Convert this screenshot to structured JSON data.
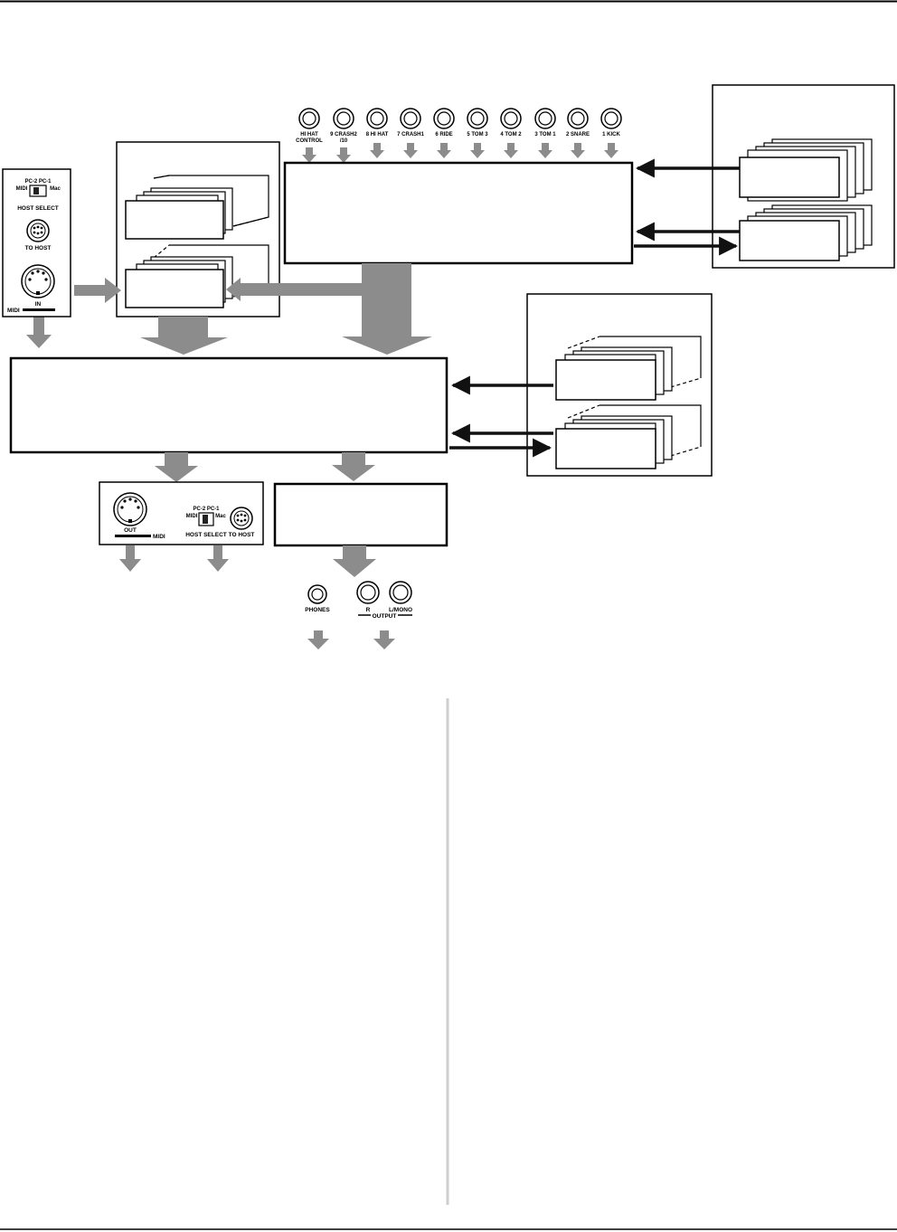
{
  "pad_inputs": [
    {
      "id": "hihat-control",
      "lines": [
        "HI HAT",
        "CONTROL"
      ]
    },
    {
      "id": "crash2",
      "lines": [
        "9 CRASH2",
        "/10"
      ]
    },
    {
      "id": "hihat",
      "lines": [
        "8 HI HAT"
      ]
    },
    {
      "id": "crash1",
      "lines": [
        "7 CRASH1"
      ]
    },
    {
      "id": "ride",
      "lines": [
        "6 RIDE"
      ]
    },
    {
      "id": "tom3",
      "lines": [
        "5 TOM 3"
      ]
    },
    {
      "id": "tom2",
      "lines": [
        "4 TOM 2"
      ]
    },
    {
      "id": "tom1",
      "lines": [
        "3 TOM 1"
      ]
    },
    {
      "id": "snare",
      "lines": [
        "2 SNARE"
      ]
    },
    {
      "id": "kick",
      "lines": [
        "1 KICK"
      ]
    }
  ],
  "input_panel": {
    "switch_top": "PC-2  PC-1",
    "switch_mid_left": "MIDI",
    "switch_mid_right": "Mac",
    "host_select": "HOST SELECT",
    "to_host": "TO HOST",
    "in_label": "IN",
    "midi_label": "MIDI"
  },
  "output_panel": {
    "out_label": "OUT",
    "midi_label": "MIDI",
    "switch_top": "PC-2  PC-1",
    "switch_mid_left": "MIDI",
    "switch_mid_right": "Mac",
    "host_select": "HOST SELECT",
    "to_host": "TO HOST"
  },
  "audio_outputs": {
    "phones": "PHONES",
    "r": "R",
    "lmono": "L/MONO",
    "output": "OUTPUT"
  }
}
